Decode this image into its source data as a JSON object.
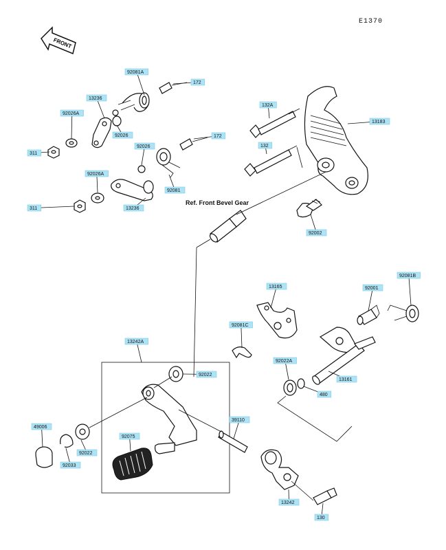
{
  "figure_code": "E1370",
  "front_label": "FRONT",
  "reference_note": "Ref. Front Bevel Gear",
  "labels": [
    {
      "id": "l1",
      "text": "92081A"
    },
    {
      "id": "l2",
      "text": "172"
    },
    {
      "id": "l3",
      "text": "13236"
    },
    {
      "id": "l4",
      "text": "92026A"
    },
    {
      "id": "l5",
      "text": "92026"
    },
    {
      "id": "l6",
      "text": "311"
    },
    {
      "id": "l7",
      "text": "92026"
    },
    {
      "id": "l8",
      "text": "172"
    },
    {
      "id": "l9",
      "text": "92026A"
    },
    {
      "id": "l10",
      "text": "92081"
    },
    {
      "id": "l11",
      "text": "311"
    },
    {
      "id": "l12",
      "text": "13236"
    },
    {
      "id": "l13",
      "text": "132A"
    },
    {
      "id": "l14",
      "text": "13183"
    },
    {
      "id": "l15",
      "text": "132"
    },
    {
      "id": "l16",
      "text": "92002"
    },
    {
      "id": "l17",
      "text": "13165"
    },
    {
      "id": "l18",
      "text": "92001"
    },
    {
      "id": "l19",
      "text": "92081B"
    },
    {
      "id": "l20",
      "text": "92081C"
    },
    {
      "id": "l21",
      "text": "13242A"
    },
    {
      "id": "l22",
      "text": "92022"
    },
    {
      "id": "l23",
      "text": "92022A"
    },
    {
      "id": "l24",
      "text": "480"
    },
    {
      "id": "l25",
      "text": "13161"
    },
    {
      "id": "l26",
      "text": "49006"
    },
    {
      "id": "l27",
      "text": "92075"
    },
    {
      "id": "l28",
      "text": "92022"
    },
    {
      "id": "l29",
      "text": "92033"
    },
    {
      "id": "l30",
      "text": "39110"
    },
    {
      "id": "l31",
      "text": "13242"
    },
    {
      "id": "l32",
      "text": "130"
    }
  ]
}
